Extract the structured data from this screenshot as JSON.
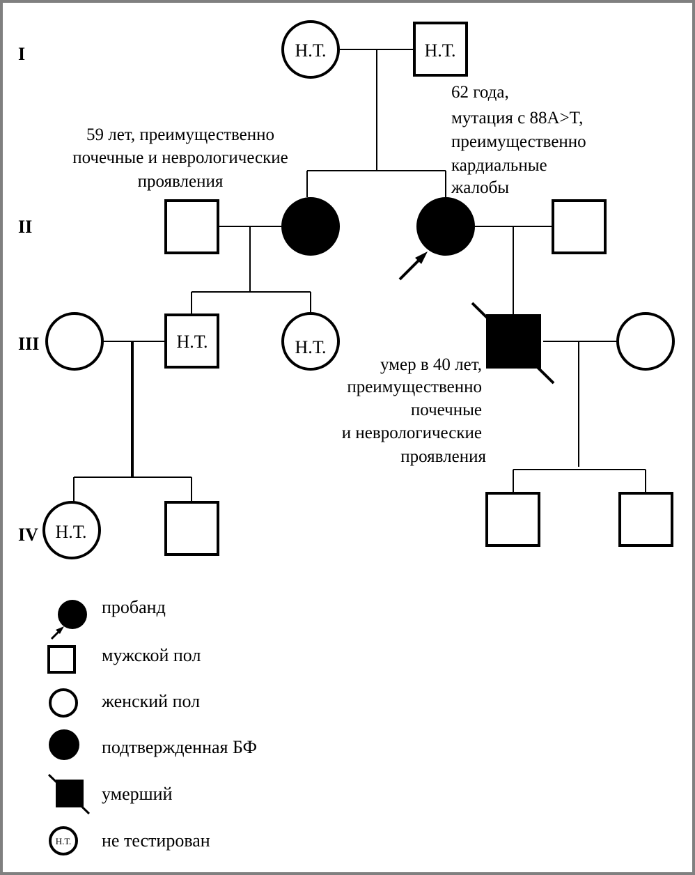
{
  "generations": [
    "I",
    "II",
    "III",
    "IV"
  ],
  "not_tested_label": "Н.Т.",
  "annotations": {
    "II_2": [
      "59 лет, преимущественно",
      "почечные и неврологические",
      "проявления"
    ],
    "II_3": [
      "62 года,",
      "мутация с 88A>T,",
      "преимущественно",
      "кардиальные",
      "жалобы"
    ],
    "III_4": [
      "умер в 40 лет,",
      "преимущественно",
      "почечные",
      "и неврологические",
      "проявления"
    ]
  },
  "individuals": [
    {
      "id": "I-1",
      "sex": "female",
      "affected": false,
      "deceased": false,
      "not_tested": true,
      "proband": false
    },
    {
      "id": "I-2",
      "sex": "male",
      "affected": false,
      "deceased": false,
      "not_tested": true,
      "proband": false
    },
    {
      "id": "II-1",
      "sex": "male",
      "affected": false,
      "deceased": false,
      "not_tested": false,
      "proband": false
    },
    {
      "id": "II-2",
      "sex": "female",
      "affected": true,
      "deceased": false,
      "not_tested": false,
      "proband": false
    },
    {
      "id": "II-3",
      "sex": "female",
      "affected": true,
      "deceased": false,
      "not_tested": false,
      "proband": true
    },
    {
      "id": "II-4",
      "sex": "male",
      "affected": false,
      "deceased": false,
      "not_tested": false,
      "proband": false
    },
    {
      "id": "III-1",
      "sex": "female",
      "affected": false,
      "deceased": false,
      "not_tested": false,
      "proband": false
    },
    {
      "id": "III-2",
      "sex": "male",
      "affected": false,
      "deceased": false,
      "not_tested": true,
      "proband": false
    },
    {
      "id": "III-3",
      "sex": "female",
      "affected": false,
      "deceased": false,
      "not_tested": true,
      "proband": false
    },
    {
      "id": "III-4",
      "sex": "male",
      "affected": true,
      "deceased": true,
      "not_tested": false,
      "proband": false
    },
    {
      "id": "III-5",
      "sex": "female",
      "affected": false,
      "deceased": false,
      "not_tested": false,
      "proband": false
    },
    {
      "id": "IV-1",
      "sex": "female",
      "affected": false,
      "deceased": false,
      "not_tested": true,
      "proband": false
    },
    {
      "id": "IV-2",
      "sex": "male",
      "affected": false,
      "deceased": false,
      "not_tested": false,
      "proband": false
    },
    {
      "id": "IV-3",
      "sex": "male",
      "affected": false,
      "deceased": false,
      "not_tested": false,
      "proband": false
    },
    {
      "id": "IV-4",
      "sex": "male",
      "affected": false,
      "deceased": false,
      "not_tested": false,
      "proband": false
    }
  ],
  "legend": {
    "proband": "пробанд",
    "male": "мужской пол",
    "female": "женский пол",
    "confirmed": "подтвержденная БФ",
    "deceased": "умерший",
    "not_tested": "не тестирован",
    "legend_nt_small": "Н.Т."
  }
}
